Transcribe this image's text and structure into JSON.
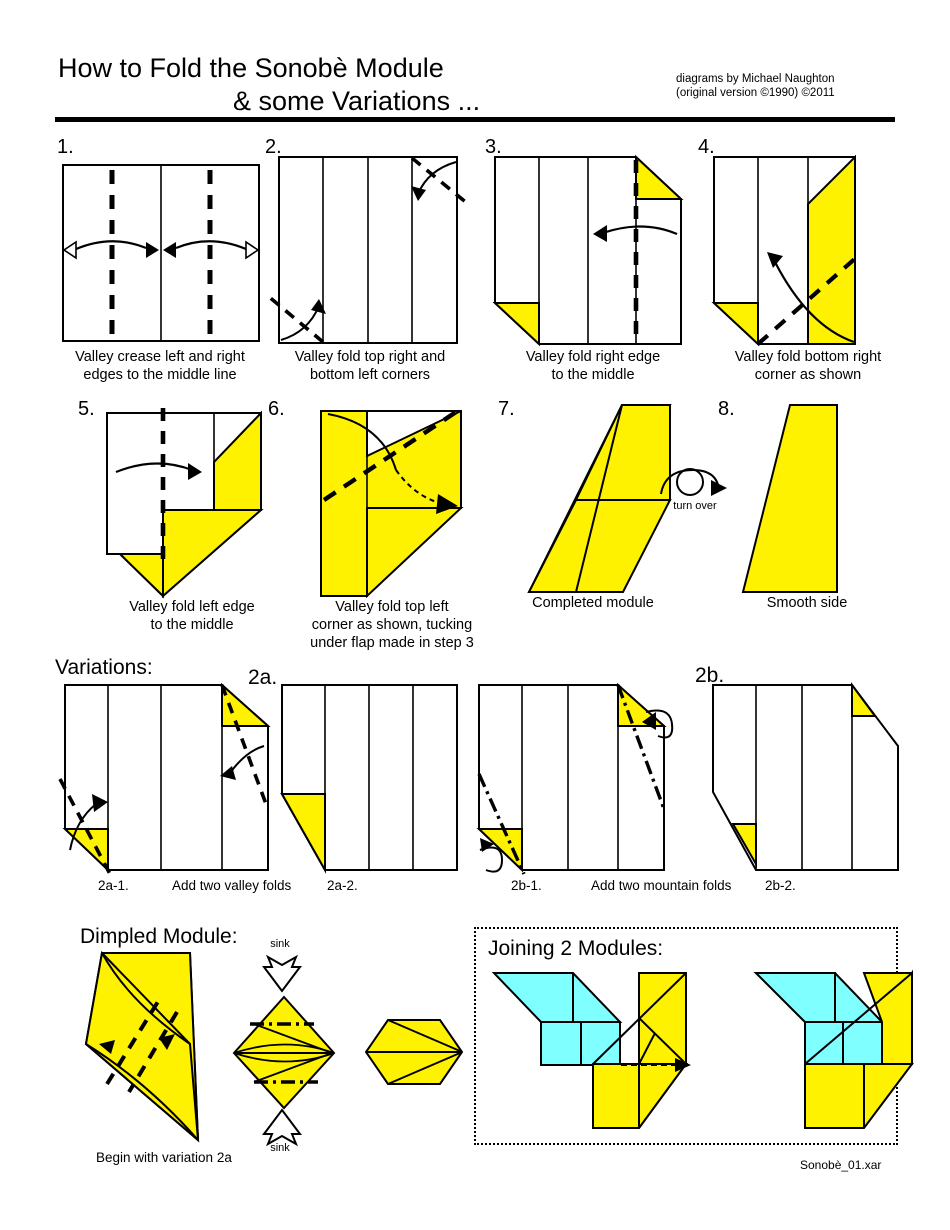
{
  "header": {
    "title_line1": "How to Fold the Sonobè Module",
    "title_line2": "& some Variations ...",
    "credit_line1": "diagrams by Michael Naughton",
    "credit_line2": "(original version ©1990)  ©2011"
  },
  "colors": {
    "paper_front": "#FFF200",
    "paper_back": "#FFFFFF",
    "paper_alt": "#7FFFFF",
    "line": "#000000",
    "background": "#FFFFFF"
  },
  "steps": [
    {
      "number": "1.",
      "caption_line1": "Valley crease left and right",
      "caption_line2": "edges to the middle line"
    },
    {
      "number": "2.",
      "caption_line1": "Valley fold top right and",
      "caption_line2": "bottom left corners"
    },
    {
      "number": "3.",
      "caption_line1": "Valley fold right edge",
      "caption_line2": "to the middle"
    },
    {
      "number": "4.",
      "caption_line1": "Valley fold bottom right",
      "caption_line2": "corner as shown"
    },
    {
      "number": "5.",
      "caption_line1": "Valley fold left edge",
      "caption_line2": "to the middle"
    },
    {
      "number": "6.",
      "caption_line1": "Valley fold top left",
      "caption_line2": "corner as shown, tucking",
      "caption_line3": "under flap made in step 3"
    },
    {
      "number": "7.",
      "caption_line1": "Completed module",
      "caption_line2": ""
    },
    {
      "number": "8.",
      "caption_line1": "Smooth side",
      "caption_line2": ""
    }
  ],
  "turn_over_label": "turn over",
  "variations": {
    "heading": "Variations:",
    "label_2a": "2a.",
    "label_2b": "2b.",
    "step_2a1": "2a-1.",
    "step_2a2": "2a-2.",
    "step_2b1": "2b-1.",
    "step_2b2": "2b-2.",
    "caption_a": "Add two valley folds",
    "caption_b": "Add two mountain folds"
  },
  "dimpled": {
    "heading": "Dimpled Module:",
    "sink_top": "sink",
    "sink_bottom": "sink",
    "caption": "Begin with variation 2a"
  },
  "joining": {
    "heading": "Joining 2 Modules:"
  },
  "footer": {
    "filename": "Sonobè_01.xar"
  }
}
